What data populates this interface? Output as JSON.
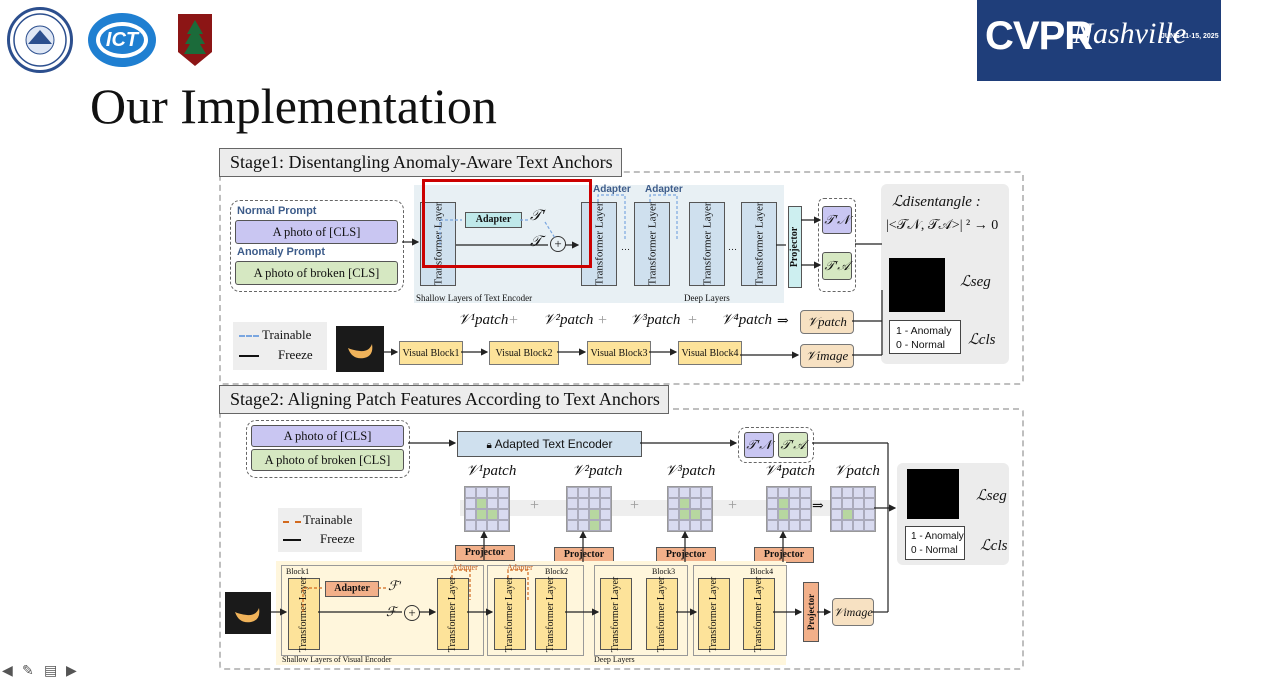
{
  "header": {
    "slide_title": "Our Implementation",
    "logos": [
      "ICT",
      "CVPR",
      "Nashville",
      "JUNE 11-15, 2025"
    ]
  },
  "stage1": {
    "title": "Stage1: Disentangling Anomaly-Aware Text Anchors",
    "normal_prompt_label": "Normal Prompt",
    "normal_prompt": "A photo of [CLS]",
    "anomaly_prompt_label": "Anomaly Prompt",
    "anomaly_prompt": "A photo of broken [CLS]",
    "transformer_layer": "Transformer Layer",
    "adapter": "Adapter",
    "t_prime": "𝒯′",
    "t": "𝒯",
    "ellipsis": "…",
    "projector": "Projector",
    "shallow_caption": "Shallow Layers of Text Encoder",
    "deep_caption": "Deep Layers",
    "tn": "𝒯′𝒩",
    "ta": "𝒯′𝒜",
    "loss_disentangle": "ℒdisentangle :",
    "loss_disentangle_expr": "|<𝒯𝒩, 𝒯𝒜>| ² → 0",
    "loss_seg": "ℒseg",
    "loss_cls": "ℒcls",
    "cls_line1": "1 - Anomaly",
    "cls_line2": "0 - Normal",
    "legend_trainable": "Trainable",
    "legend_freeze": "Freeze",
    "visual_blocks": [
      "Visual Block1",
      "Visual Block2",
      "Visual Block3",
      "Visual Block4"
    ],
    "patch_terms": [
      "𝒱¹patch",
      "𝒱²patch",
      "𝒱³patch",
      "𝒱⁴patch"
    ],
    "plus": "+",
    "implies": "⇒",
    "v_patch": "𝒱patch",
    "v_image": "𝒱image"
  },
  "stage2": {
    "title": "Stage2: Aligning Patch Features According to Text Anchors",
    "prompt_normal": "A photo of [CLS]",
    "prompt_anomaly": "A photo of broken [CLS]",
    "adapted_text_encoder": "Adapted Text Encoder",
    "tn": "𝒯′𝒩",
    "ta": "𝒯′𝒜",
    "patch_terms": [
      "𝒱¹patch",
      "𝒱²patch",
      "𝒱³patch",
      "𝒱⁴patch",
      "𝒱patch"
    ],
    "projector": "Projector",
    "legend_trainable": "Trainable",
    "legend_freeze": "Freeze",
    "blocks": [
      "Block1",
      "Block2",
      "Block3",
      "Block4"
    ],
    "adapter": "Adapter",
    "f_prime": "ℱ′",
    "f": "ℱ",
    "transformer_layer": "Transformer Layer",
    "shallow_caption": "Shallow Layers of Visual Encoder",
    "deep_caption": "Deep Layers",
    "v_image": "𝒱image",
    "loss_seg": "ℒseg",
    "loss_cls": "ℒcls",
    "cls_line1": "1 - Anomaly",
    "cls_line2": "0 - Normal"
  },
  "colors": {
    "cvpr_bg": "#1f3e7a",
    "stanford_red": "#8c1515",
    "highlight_red": "#cc0000",
    "prompt_purple": "#c9c6f2",
    "prompt_green": "#d6e8c2",
    "layer_blue": "#cfe0ee",
    "layer_yellow": "#fde39a",
    "projector_orange": "#f2b08a"
  }
}
